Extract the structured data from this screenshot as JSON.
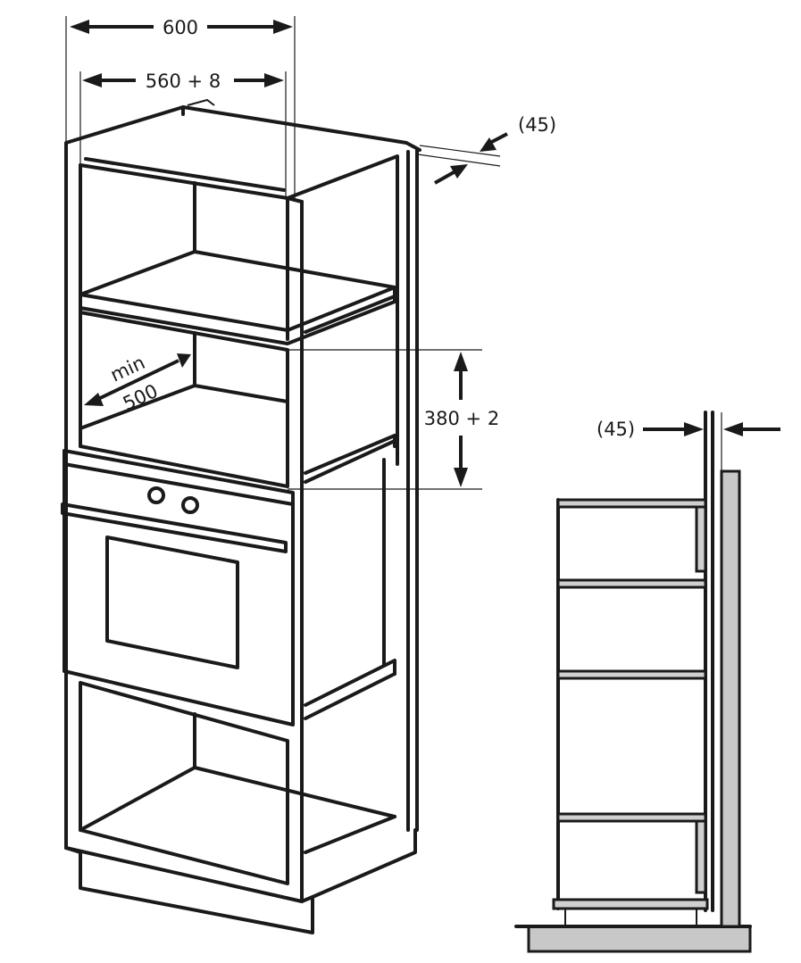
{
  "labels": {
    "width_outer": "600",
    "width_niche": "560 + 8",
    "ventilation_top": "(45)",
    "depth_min_word": "min",
    "depth_min_value": "500",
    "niche_height": "380 + 2",
    "ventilation_side": "(45)"
  }
}
